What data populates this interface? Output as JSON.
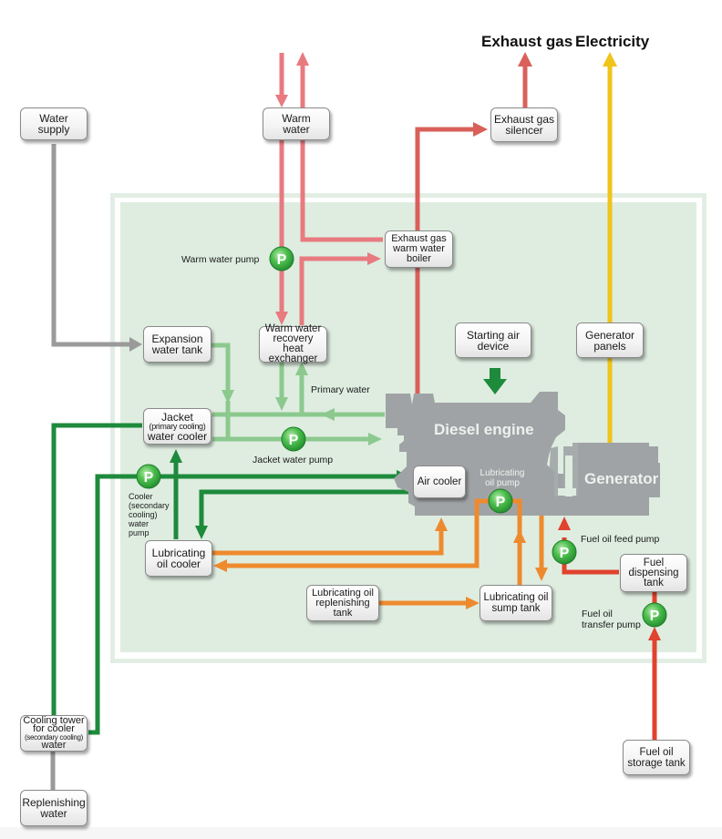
{
  "outputs": {
    "exhaust_gas": "Exhaust gas",
    "electricity": "Electricity"
  },
  "components": {
    "water_supply": "Water\nsupply",
    "warm_water": "Warm\nwater",
    "exhaust_gas_silencer": "Exhaust gas\nsilencer",
    "exhaust_gas_boiler": "Exhaust gas\nwarm water\nboiler",
    "expansion_tank": "Expansion\nwater tank",
    "heat_exchanger": "Warm water\nrecovery heat\nexchanger",
    "starting_air": "Starting air\ndevice",
    "generator_panels": "Generator\npanels",
    "jacket_cooler_line1": "Jacket",
    "jacket_cooler_line2": "(primary cooling)",
    "jacket_cooler_line3": "water cooler",
    "air_cooler": "Air cooler",
    "lube_oil_cooler": "Lubricating\noil cooler",
    "lube_oil_replenishing": "Lubricating oil\nreplenishing\ntank",
    "lube_oil_sump": "Lubricating oil\nsump tank",
    "fuel_dispensing": "Fuel\ndispensing\ntank",
    "fuel_storage": "Fuel oil\nstorage tank",
    "cooling_tower_line1": "Cooling tower\nfor cooler",
    "cooling_tower_line2": "(secondary cooling)",
    "cooling_tower_line3": "water",
    "replenishing_water": "Replenishing\nwater",
    "diesel_engine": "Diesel engine",
    "generator": "Generator",
    "lube_oil_pump": "Lubricating\noil pump"
  },
  "labels": {
    "warm_water_pump": "Warm water pump",
    "primary_water": "Primary water",
    "jacket_water_pump": "Jacket water pump",
    "cooler_water_pump": "Cooler\n(secondary\ncooling)\nwater\npump",
    "fuel_feed_pump": "Fuel oil feed pump",
    "fuel_transfer_pump": "Fuel oil\ntransfer pump"
  },
  "pump_symbol": "P",
  "colors": {
    "warm_water": "#e87a80",
    "exhaust": "#d9605a",
    "electricity": "#f0c419",
    "primary_water": "#8cc98e",
    "secondary_water": "#1e8a3c",
    "lube_oil": "#ee8a2e",
    "fuel_oil": "#e0432e",
    "supply_water": "#9a9a9a",
    "engine": "#a0a3a5",
    "panel": "#deede0"
  }
}
